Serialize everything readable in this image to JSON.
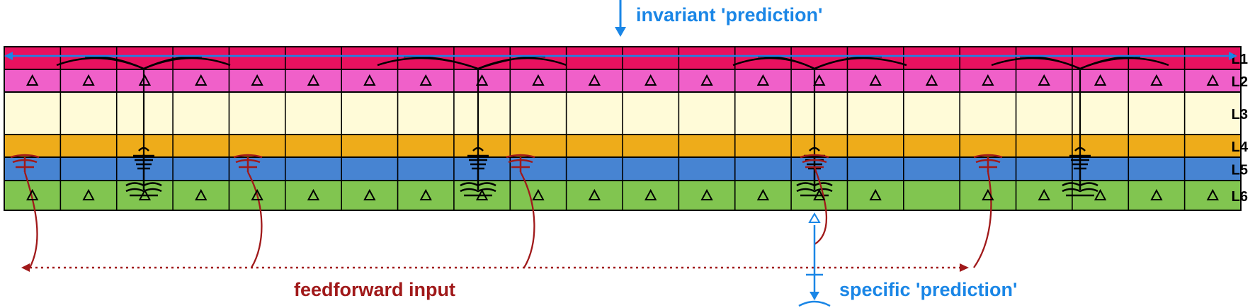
{
  "layers": [
    {
      "label": "L1",
      "color": "#e8115f"
    },
    {
      "label": "L2",
      "color": "#f060c9"
    },
    {
      "label": "L3",
      "color": "#fffbd8"
    },
    {
      "label": "L4",
      "color": "#eeac1a"
    },
    {
      "label": "L5",
      "color": "#4784d2"
    },
    {
      "label": "L6",
      "color": "#81c550"
    }
  ],
  "column_count": 22,
  "annotations": {
    "invariant_prediction": "invariant 'prediction'",
    "specific_prediction": "specific 'prediction'",
    "feedforward_input": "feedforward input"
  },
  "colors": {
    "blue": "#1a86e6",
    "red": "#a0191a",
    "black": "#000000"
  }
}
